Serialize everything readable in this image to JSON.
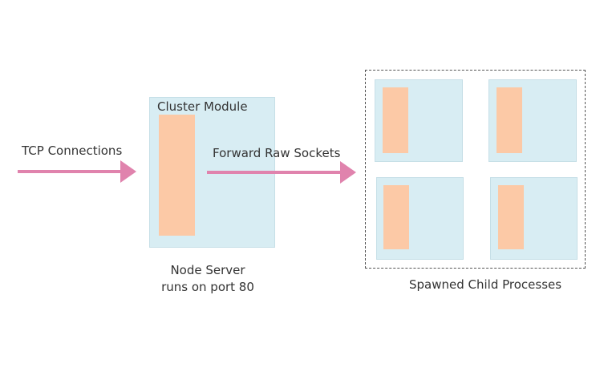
{
  "labels": {
    "tcp_connections": "TCP Connections",
    "cluster_module": "Cluster Module",
    "forward_raw_sockets": "Forward Raw Sockets",
    "node_server_line1": "Node Server",
    "node_server_line2": "runs on port 80",
    "spawned_child_processes": "Spawned Child Processes"
  },
  "colors": {
    "arrow": "#e083ad",
    "box_fill": "#d8edf3",
    "worker_fill": "#fcc9a6"
  }
}
